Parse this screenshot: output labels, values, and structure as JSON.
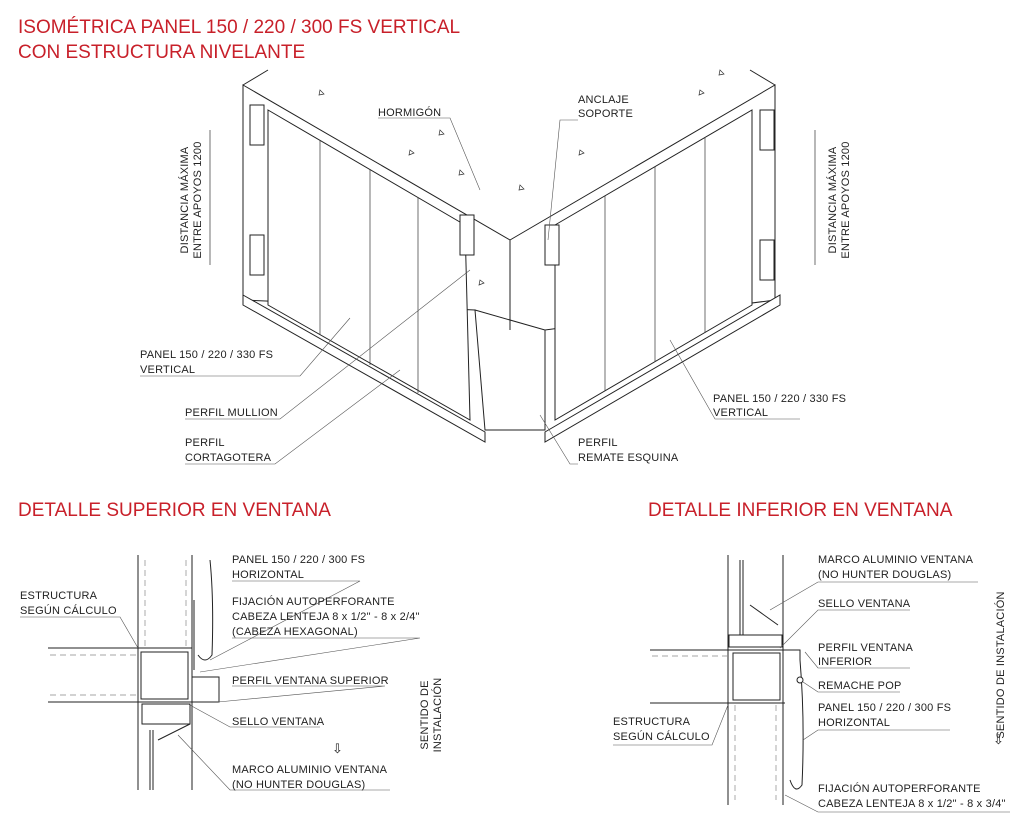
{
  "title": {
    "line1": "ISOMÉTRICA PANEL 150 / 220 / 300 FS VERTICAL",
    "line2": "CON ESTRUCTURA NIVELANTE"
  },
  "isometric": {
    "hormigon": "HORMIGÓN",
    "anclaje": [
      "ANCLAJE",
      "SOPORTE"
    ],
    "distancia_left": [
      "DISTANCIA MÁXIMA",
      "ENTRE APOYOS 1200"
    ],
    "distancia_right": [
      "DISTANCIA MÁXIMA",
      "ENTRE APOYOS 1200"
    ],
    "panel_left": [
      "PANEL 150 / 220 / 330 FS",
      "VERTICAL"
    ],
    "mullion": "PERFIL MULLION",
    "cortagotera": [
      "PERFIL",
      "CORTAGOTERA"
    ],
    "remate": [
      "PERFIL",
      "REMATE ESQUINA"
    ],
    "panel_right": [
      "PANEL 150 / 220 / 330 FS",
      "VERTICAL"
    ]
  },
  "detalle_superior": {
    "title": "DETALLE SUPERIOR EN VENTANA",
    "panel": [
      "PANEL 150 / 220 / 300 FS",
      "HORIZONTAL"
    ],
    "estructura": [
      "ESTRUCTURA",
      "SEGÚN CÁLCULO"
    ],
    "fijacion": [
      "FIJACIÓN AUTOPERFORANTE",
      "CABEZA LENTEJA 8 x 1/2\" - 8 x 2/4\"",
      "(CABEZA HEXAGONAL)"
    ],
    "perfil": "PERFIL VENTANA SUPERIOR",
    "sello": "SELLO VENTANA",
    "marco": [
      "MARCO ALUMINIO VENTANA",
      "(NO HUNTER DOUGLAS)"
    ],
    "sentido": [
      "SENTIDO DE",
      "INSTALACIÓN"
    ],
    "arrow": "⇩"
  },
  "detalle_inferior": {
    "title": "DETALLE INFERIOR EN VENTANA",
    "marco": [
      "MARCO ALUMINIO VENTANA",
      "(NO HUNTER DOUGLAS)"
    ],
    "sello": "SELLO VENTANA",
    "perfil": [
      "PERFIL VENTANA",
      "INFERIOR"
    ],
    "remache": "REMACHE POP",
    "panel": [
      "PANEL 150 / 220 / 300 FS",
      "HORIZONTAL"
    ],
    "estructura": [
      "ESTRUCTURA",
      "SEGÚN CÁLCULO"
    ],
    "fijacion": [
      "FIJACIÓN AUTOPERFORANTE",
      "CABEZA LENTEJA 8 x 1/2\" - 8 x 3/4\""
    ],
    "sentido": "SENTIDO DE INSTALACIÓN",
    "arrow": "⇩"
  },
  "colors": {
    "accent": "#c8202a"
  }
}
